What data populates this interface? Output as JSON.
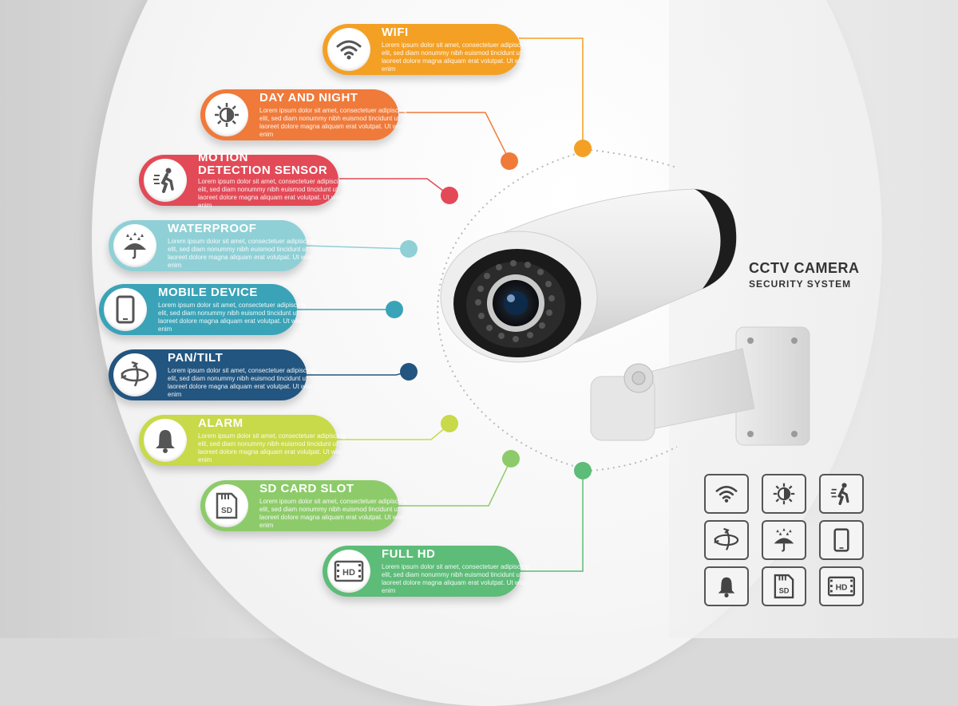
{
  "brand": {
    "title": "CCTV CAMERA",
    "subtitle": "SECURITY SYSTEM"
  },
  "body_text": "Lorem ipsum dolor sit amet, consectetuer adipiscing elit, sed diam nonummy nibh euismod tincidunt ut laoreet dolore magna aliquam erat volutpat. Ut wisi enim",
  "features": [
    {
      "title": "WIFI",
      "color": "#f4a024",
      "icon": "wifi-icon"
    },
    {
      "title": "DAY AND NIGHT",
      "color": "#f07a3a",
      "icon": "day-night-icon"
    },
    {
      "title": "MOTION",
      "title2": "DETECTION SENSOR",
      "color": "#e24a57",
      "icon": "motion-sensor-icon"
    },
    {
      "title": "WATERPROOF",
      "color": "#8fd0d6",
      "icon": "umbrella-rain-icon"
    },
    {
      "title": "MOBILE DEVICE",
      "color": "#3aa3b8",
      "icon": "mobile-device-icon"
    },
    {
      "title": "PAN/TILT",
      "color": "#22557f",
      "icon": "pan-tilt-icon"
    },
    {
      "title": "ALARM",
      "color": "#c8d94a",
      "icon": "bell-icon"
    },
    {
      "title": "SD CARD SLOT",
      "color": "#8dcb6a",
      "icon": "sd-card-icon"
    },
    {
      "title": "FULL HD",
      "color": "#5cbc78",
      "icon": "full-hd-icon"
    }
  ],
  "grid_icons": [
    "wifi-icon",
    "day-night-icon",
    "motion-sensor-icon",
    "pan-tilt-icon",
    "umbrella-rain-icon",
    "mobile-device-icon",
    "bell-icon",
    "sd-card-icon",
    "full-hd-icon"
  ],
  "icon_labels": {
    "sd": "SD",
    "hd": "HD"
  }
}
